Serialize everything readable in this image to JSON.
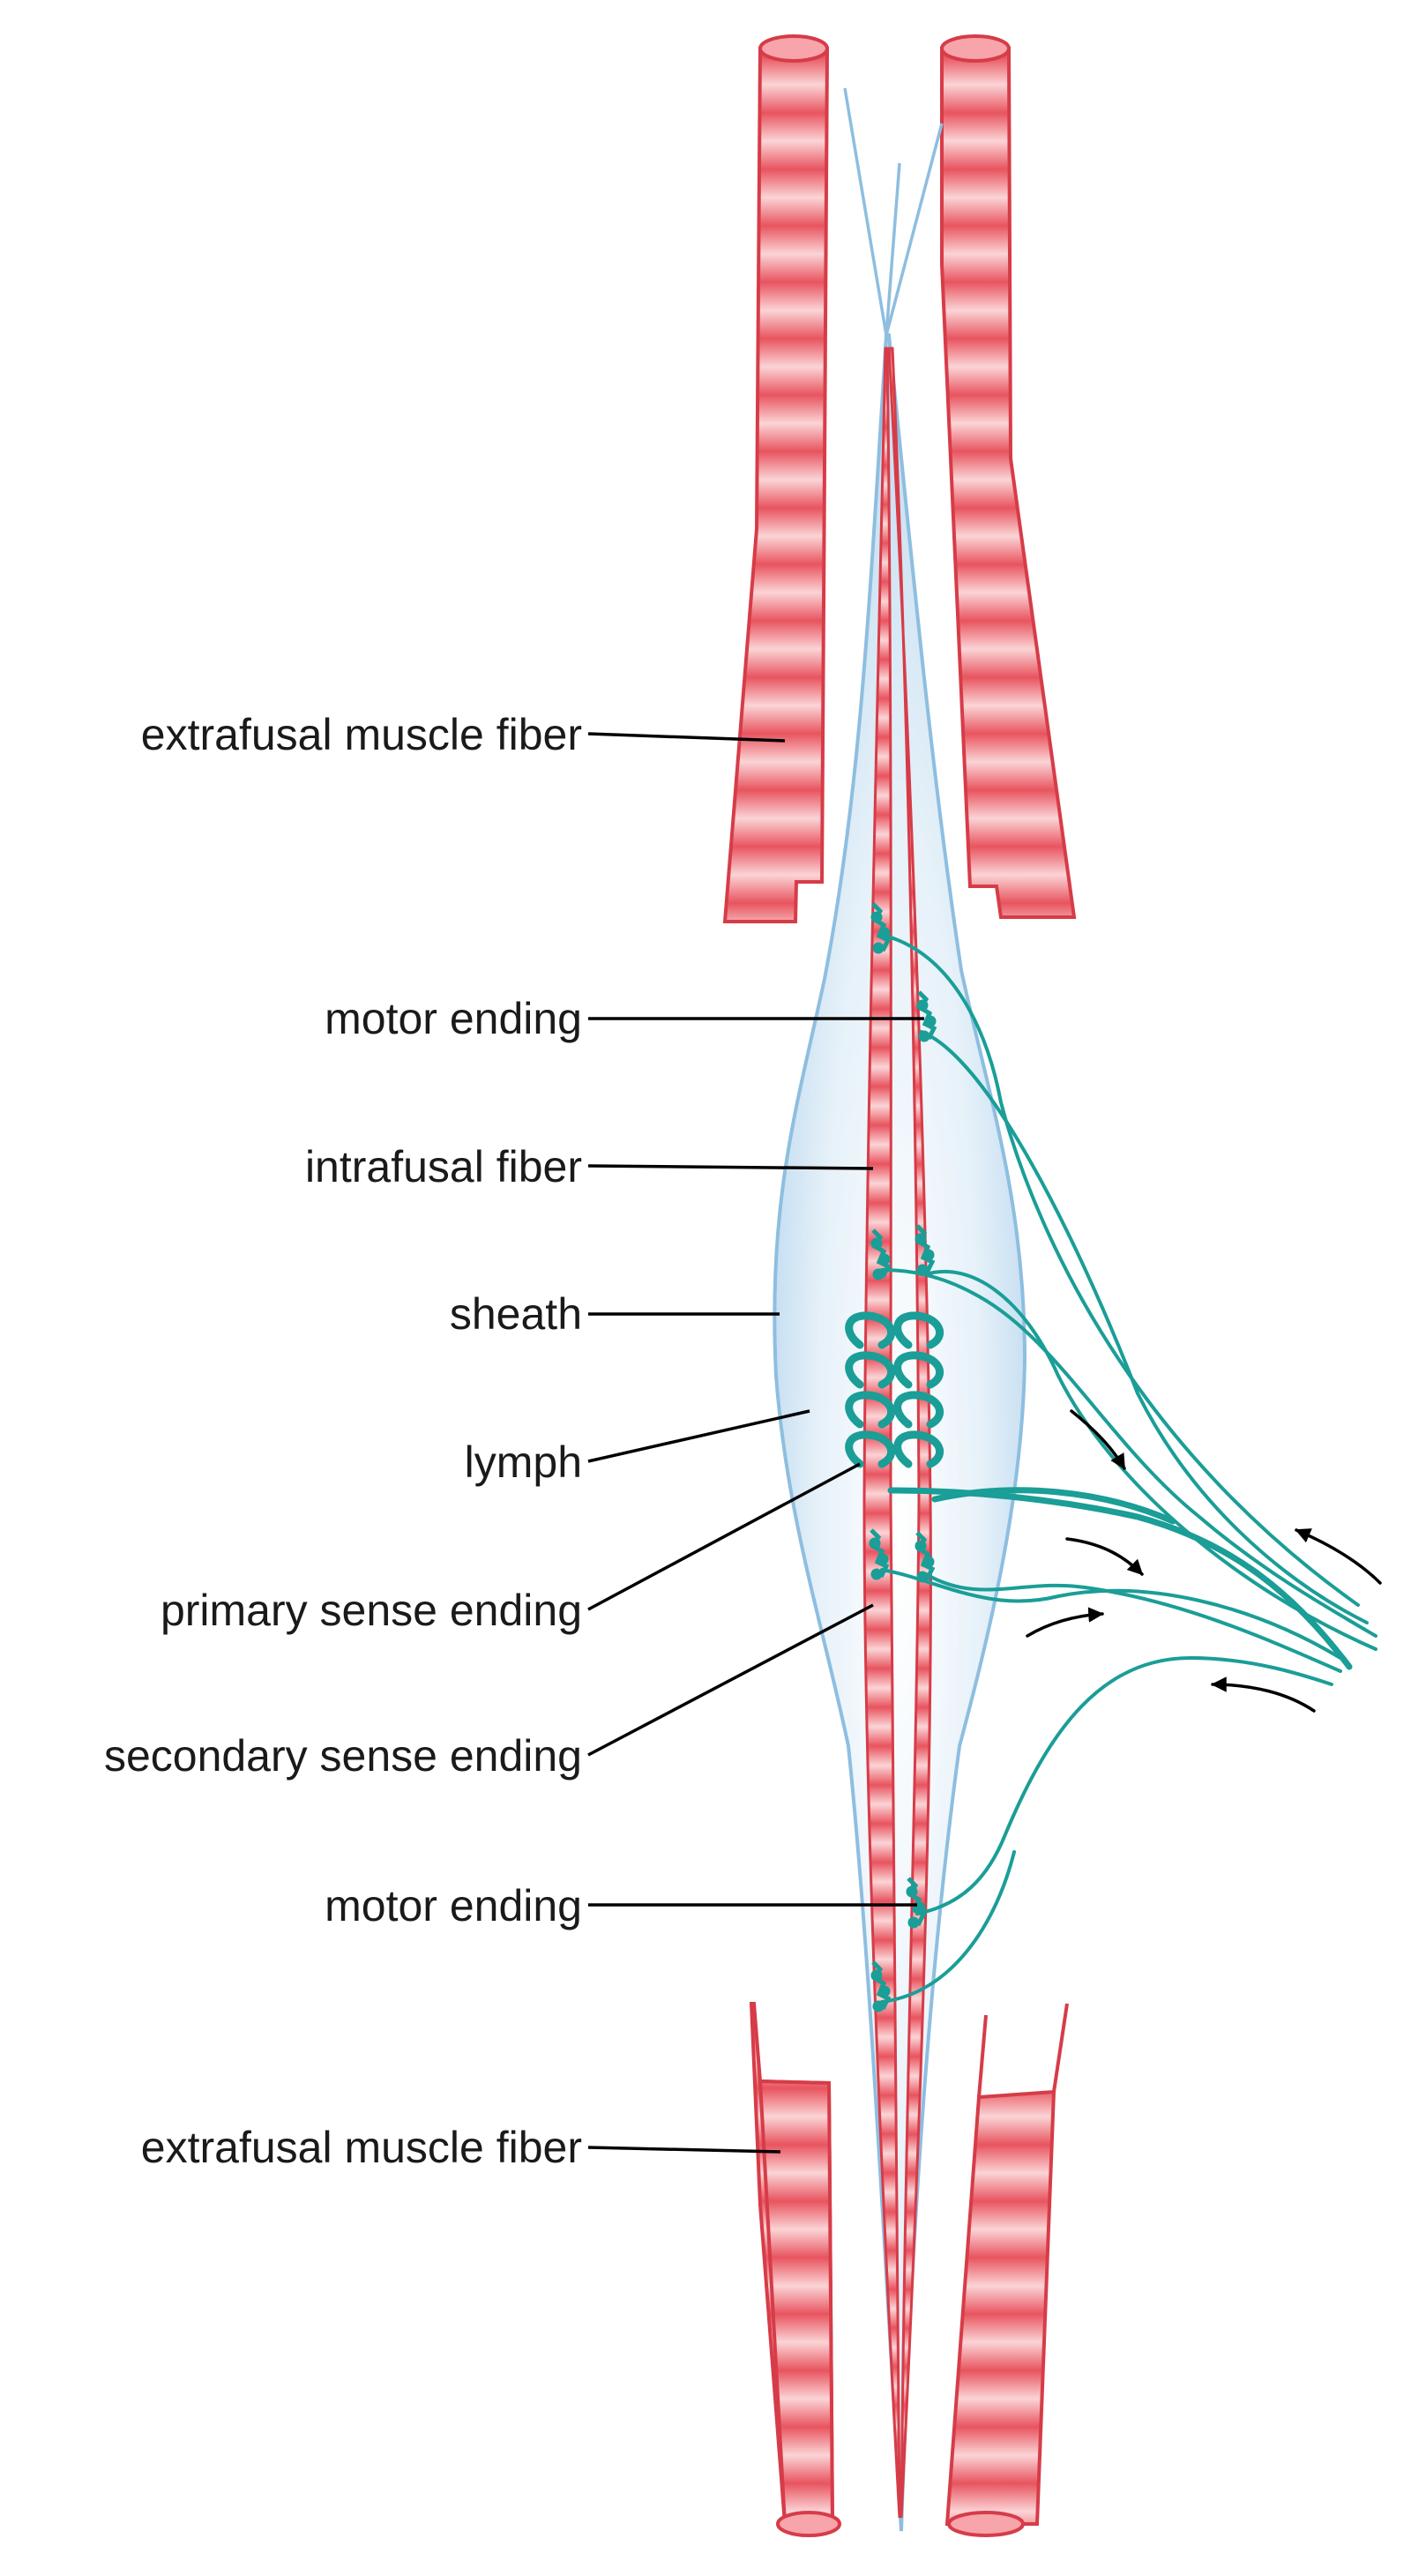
{
  "labels": {
    "extrafusal_top": "extrafusal muscle fiber",
    "motor_ending_top": "motor ending",
    "intrafusal_fiber": "intrafusal fiber",
    "sheath": "sheath",
    "lymph": "lymph",
    "primary_sense_ending": "primary sense ending",
    "secondary_sense_ending": "secondary sense ending",
    "motor_ending_bottom": "motor ending",
    "extrafusal_bottom": "extrafusal muscle fiber"
  },
  "colors": {
    "muscle_dark": "#e8545f",
    "muscle_light": "#fbd4d6",
    "muscle_outline": "#d63c48",
    "sheath_fill": "#d8eaf6",
    "sheath_outline": "#8ebee0",
    "nerve": "#1a9e97",
    "text": "#1a1a1a"
  },
  "icons": {
    "flow_arrows": "arrow-icon",
    "nerve_endings": "nerve-ending-icon"
  }
}
